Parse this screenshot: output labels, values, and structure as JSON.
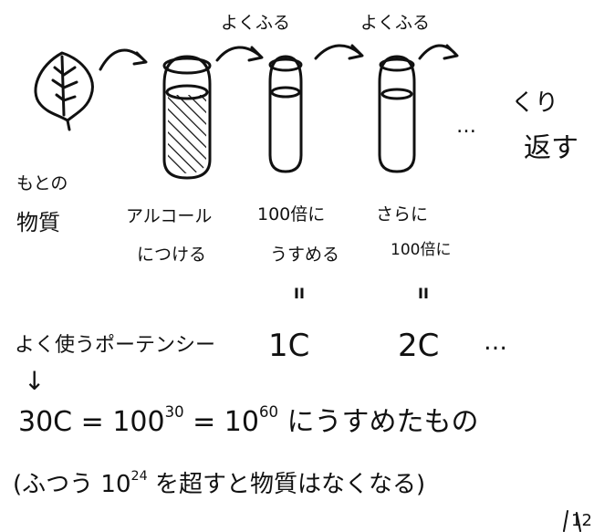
{
  "steps": {
    "source_label_1": "もとの",
    "source_label_2": "物質",
    "step1_label_1": "アルコール",
    "step1_label_2": "につける",
    "step2_label_1": "100倍に",
    "step2_label_2": "うすめる",
    "step3_label_1": "さらに",
    "step3_label_2": "100倍に",
    "shake_1": "よくふる",
    "shake_2": "よくふる",
    "ellipsis": "…",
    "repeat_1": "くり",
    "repeat_2": "返す"
  },
  "equals_mark_1": "II",
  "equals_mark_2": "II",
  "potency": {
    "label": "よく使うポーテンシー",
    "c1": "1C",
    "c2": "2C",
    "ellipsis": "…",
    "down_arrow": "↓"
  },
  "formula": {
    "lhs": "30C = 100",
    "exp1": "30",
    "mid": " = 10",
    "exp2": "60",
    "rhs": " にうすめたもの"
  },
  "note": {
    "open": "(ふつう 10",
    "exp": "24",
    "rest": " を超すと物質はなくなる)"
  },
  "page_number": "12"
}
